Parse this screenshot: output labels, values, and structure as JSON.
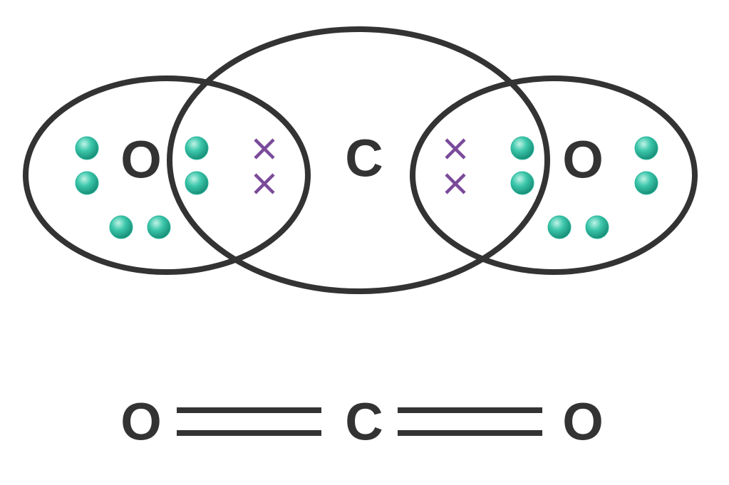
{
  "colors": {
    "outline": "#333333",
    "text": "#333333",
    "oxygen_electron": "#2ab59b",
    "carbon_electron": "#7a4a9a"
  },
  "dot_cross_diagram": {
    "left_oxygen_symbol": "O",
    "carbon_symbol": "C",
    "right_oxygen_symbol": "O",
    "electron_symbols": {
      "oxygen": "dot",
      "carbon": "cross"
    },
    "left_oxygen": {
      "non_bonding_electrons": 4,
      "shared_electrons_in_overlap": 2
    },
    "carbon": {
      "electrons_shared_with_left_oxygen": 2,
      "electrons_shared_with_right_oxygen": 2
    },
    "right_oxygen": {
      "non_bonding_electrons": 4,
      "shared_electrons_in_overlap": 2
    }
  },
  "structural_formula": {
    "left_atom": "O",
    "center_atom": "C",
    "right_atom": "O",
    "left_bond": "double",
    "right_bond": "double"
  }
}
